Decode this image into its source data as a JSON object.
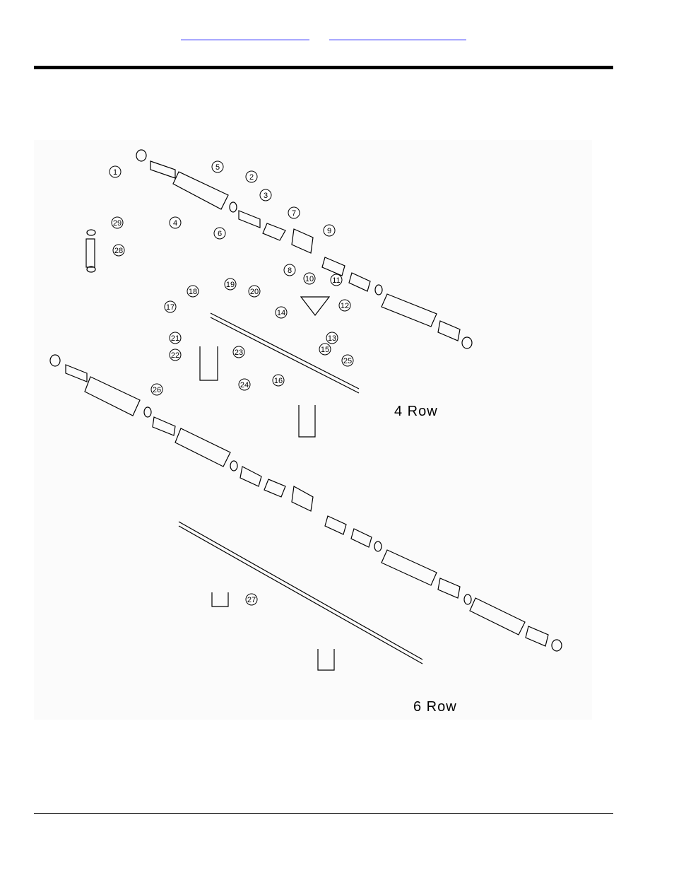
{
  "header": {
    "links": [
      {
        "label": ""
      },
      {
        "label": ""
      }
    ]
  },
  "diagram": {
    "labels": {
      "four_row": "4 Row",
      "six_row": "6 Row"
    },
    "callouts": [
      "1",
      "2",
      "3",
      "4",
      "5",
      "6",
      "7",
      "8",
      "9",
      "10",
      "11",
      "12",
      "13",
      "14",
      "15",
      "16",
      "17",
      "18",
      "19",
      "20",
      "21",
      "22",
      "23",
      "24",
      "25",
      "26",
      "27",
      "28",
      "29"
    ]
  },
  "colors": {
    "link": "#1a1aff",
    "rule": "#000000",
    "line_art": "#000000"
  }
}
